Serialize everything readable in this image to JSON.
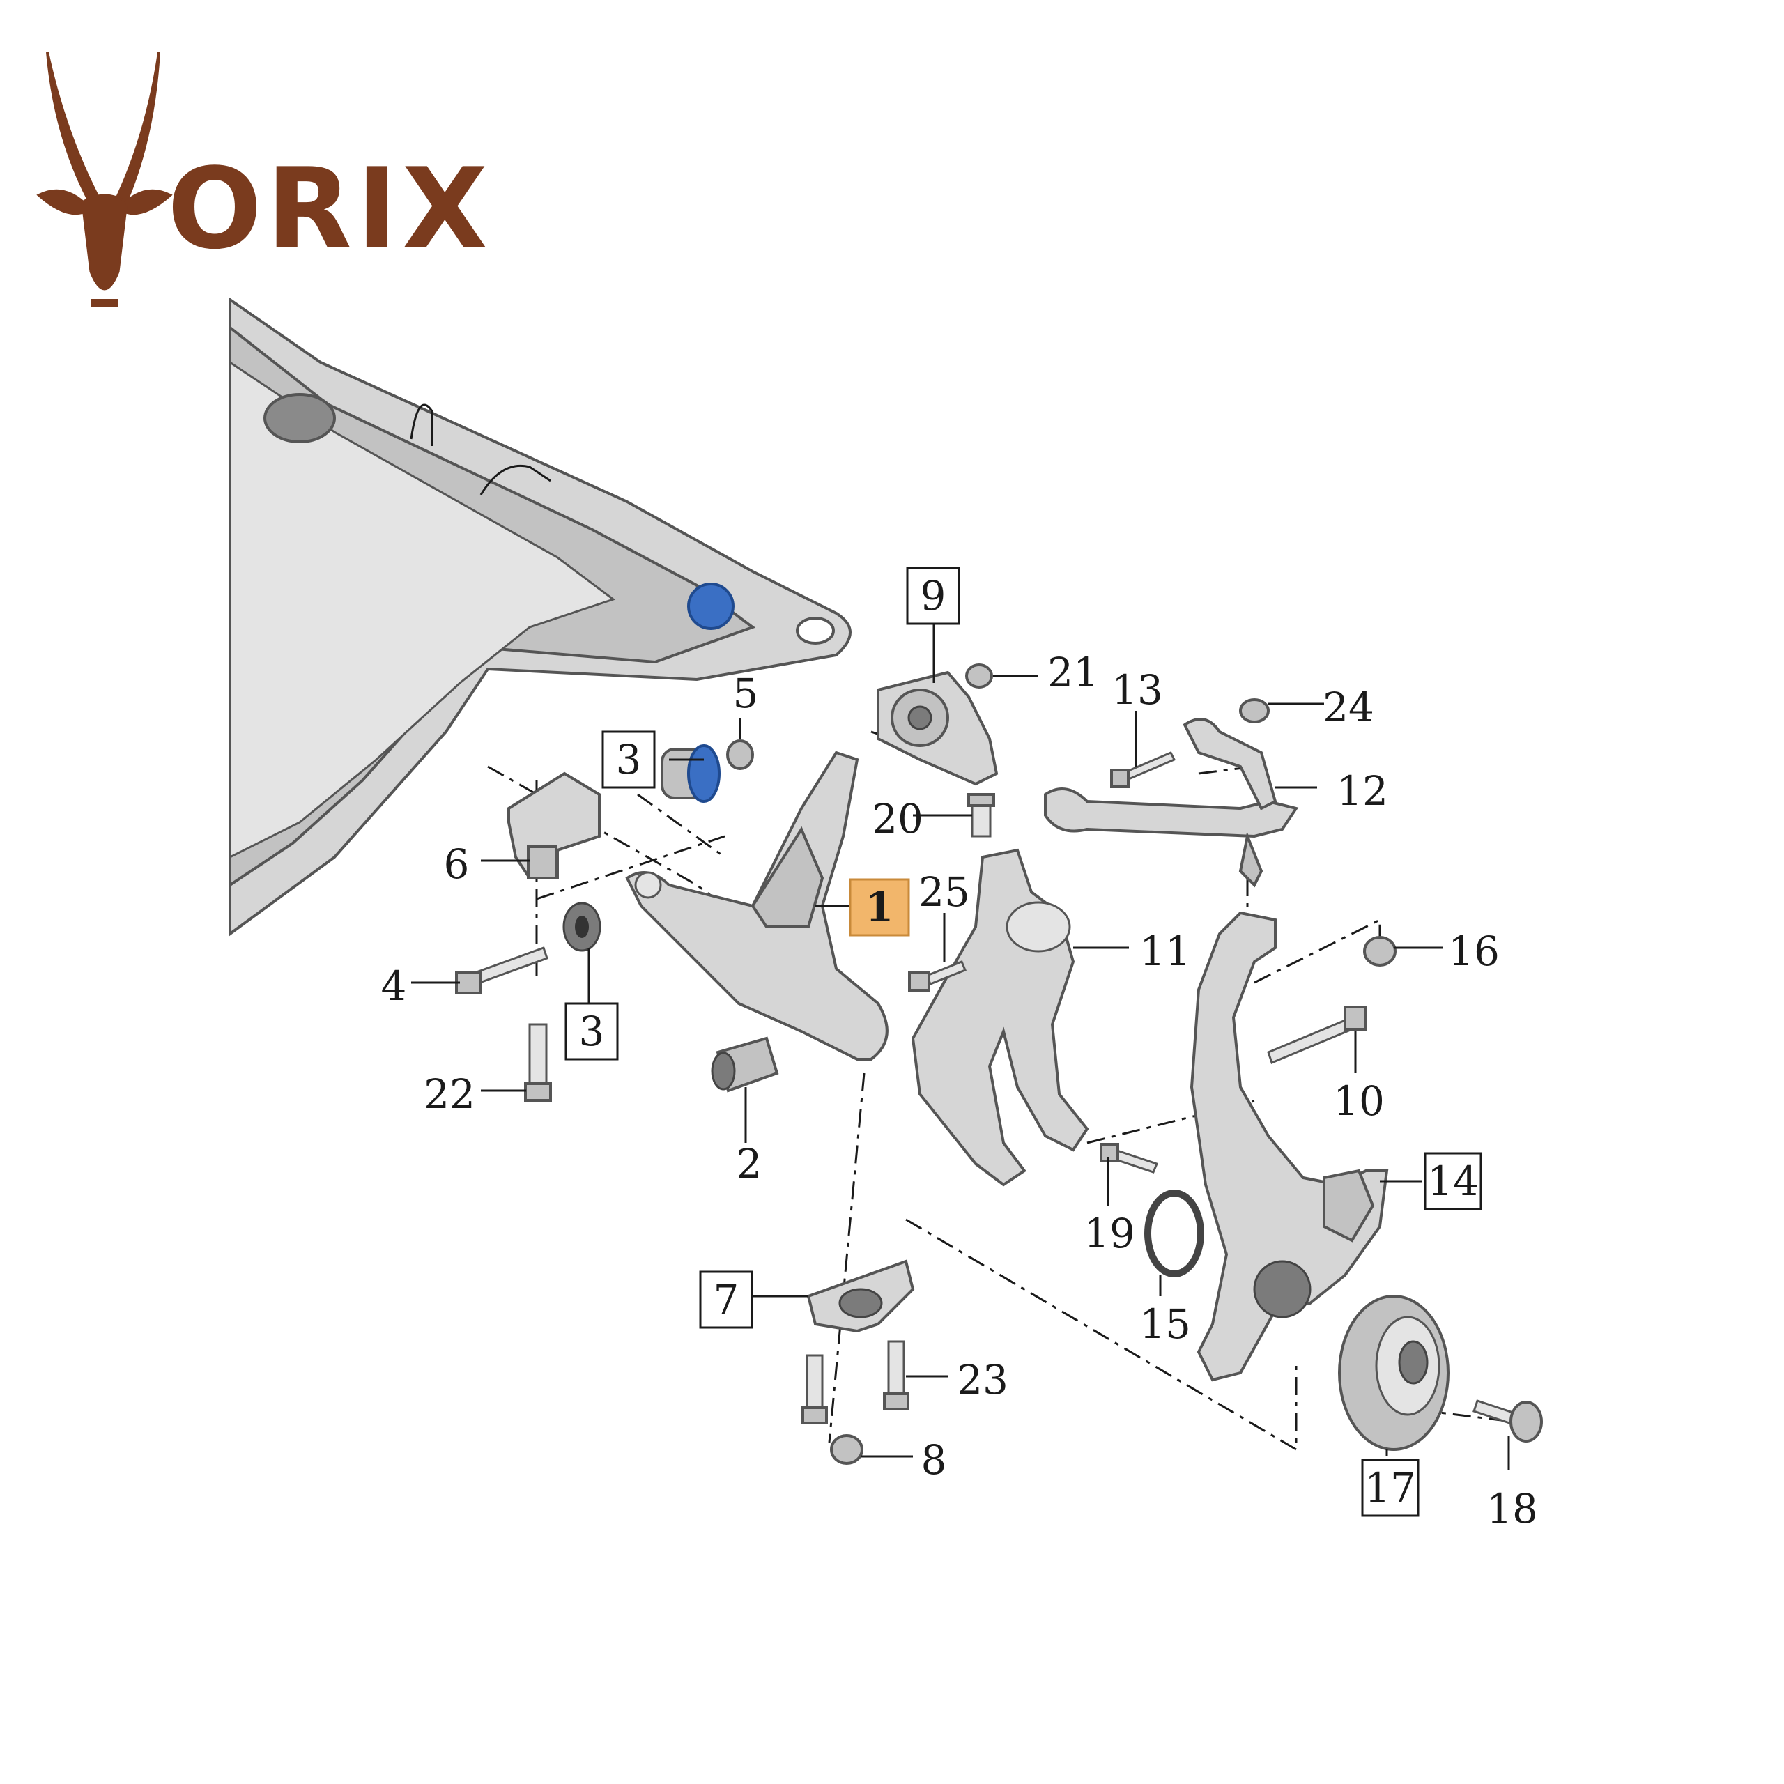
{
  "brand": {
    "name": "ORIX",
    "color": "#7a3b1e"
  },
  "colors": {
    "highlight": "#f2b66b",
    "part": "#d6d6d6",
    "bushing_blue": "#3a6fc4"
  },
  "callouts": [
    {
      "id": "c1",
      "text": "1",
      "boxed": true,
      "highlight": true
    },
    {
      "id": "c2",
      "text": "2",
      "boxed": false
    },
    {
      "id": "c3a",
      "text": "3",
      "boxed": true
    },
    {
      "id": "c3b",
      "text": "3",
      "boxed": true
    },
    {
      "id": "c4",
      "text": "4",
      "boxed": false
    },
    {
      "id": "c5",
      "text": "5",
      "boxed": false
    },
    {
      "id": "c6",
      "text": "6",
      "boxed": false
    },
    {
      "id": "c7",
      "text": "7",
      "boxed": true
    },
    {
      "id": "c8",
      "text": "8",
      "boxed": false
    },
    {
      "id": "c9",
      "text": "9",
      "boxed": true
    },
    {
      "id": "c10",
      "text": "10",
      "boxed": false
    },
    {
      "id": "c11",
      "text": "11",
      "boxed": false
    },
    {
      "id": "c12",
      "text": "12",
      "boxed": false
    },
    {
      "id": "c13",
      "text": "13",
      "boxed": false
    },
    {
      "id": "c14",
      "text": "14",
      "boxed": true
    },
    {
      "id": "c15",
      "text": "15",
      "boxed": false
    },
    {
      "id": "c16",
      "text": "16",
      "boxed": false
    },
    {
      "id": "c17",
      "text": "17",
      "boxed": true
    },
    {
      "id": "c18",
      "text": "18",
      "boxed": false
    },
    {
      "id": "c19",
      "text": "19",
      "boxed": false
    },
    {
      "id": "c20",
      "text": "20",
      "boxed": false
    },
    {
      "id": "c21",
      "text": "21",
      "boxed": false
    },
    {
      "id": "c22",
      "text": "22",
      "boxed": false
    },
    {
      "id": "c23",
      "text": "23",
      "boxed": false
    },
    {
      "id": "c24",
      "text": "24",
      "boxed": false
    },
    {
      "id": "c25",
      "text": "25",
      "boxed": false
    }
  ]
}
